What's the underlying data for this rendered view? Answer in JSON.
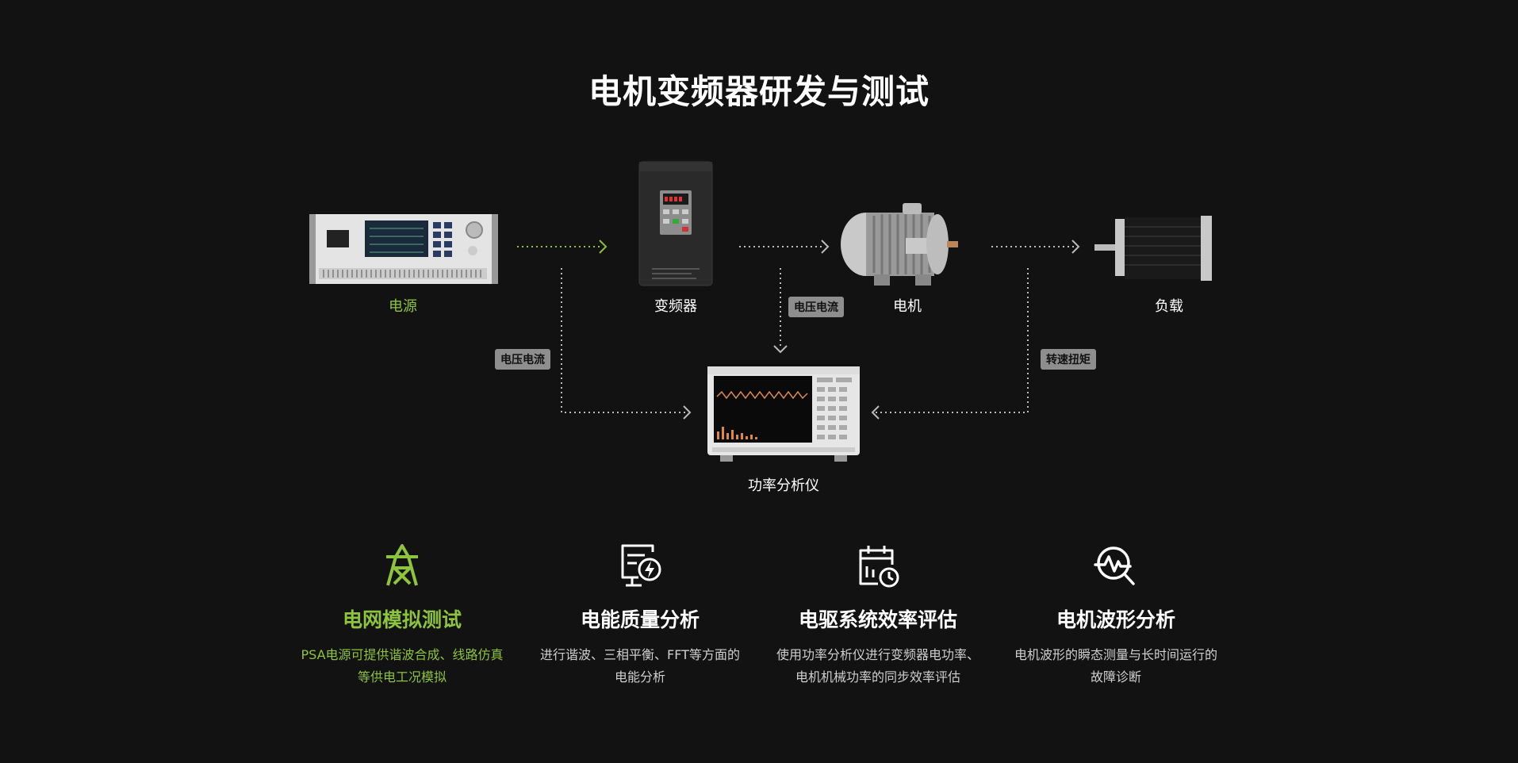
{
  "title": "电机变频器研发与测试",
  "devices": {
    "power_source": "电源",
    "inverter": "变频器",
    "motor": "电机",
    "load": "负载",
    "analyzer": "功率分析仪"
  },
  "badges": {
    "left": "电压电流",
    "middle": "电压电流",
    "right": "转速扭矩"
  },
  "features": [
    {
      "title": "电网模拟测试",
      "desc": "PSA电源可提供谐波合成、线路仿真等供电工况模拟"
    },
    {
      "title": "电能质量分析",
      "desc": "进行谐波、三相平衡、FFT等方面的电能分析"
    },
    {
      "title": "电驱系统效率评估",
      "desc": "使用功率分析仪进行变频器电功率、电机机械功率的同步效率评估"
    },
    {
      "title": "电机波形分析",
      "desc": "电机波形的瞬态测量与长时间运行的故障诊断"
    }
  ],
  "colors": {
    "accent": "#8dc33d",
    "background": "#121212",
    "badge": "#8e8e8e"
  }
}
